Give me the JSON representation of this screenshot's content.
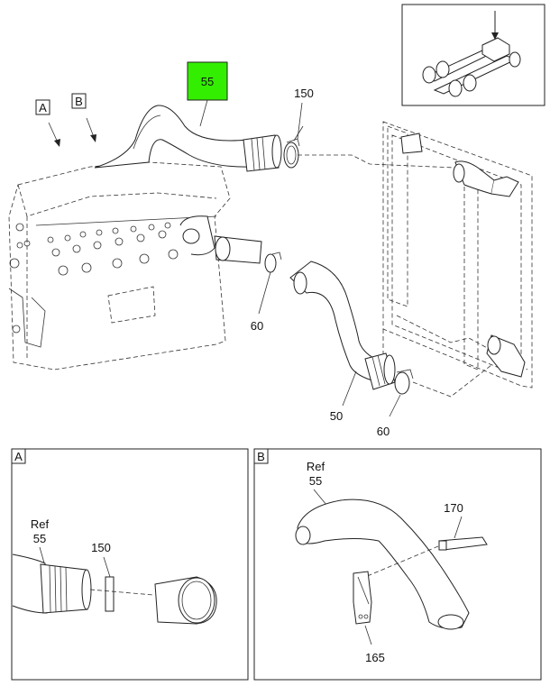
{
  "callouts": {
    "highlight": "55",
    "clamp_top": "150",
    "clamp_mid": "60",
    "hose_lower": "50",
    "clamp_lower": "60"
  },
  "view_markers": {
    "a": "A",
    "b": "B"
  },
  "detail_a": {
    "tag": "A",
    "ref": "Ref",
    "ref_num": "55",
    "clamp": "150"
  },
  "detail_b": {
    "tag": "B",
    "ref": "Ref",
    "ref_num": "55",
    "clip": "170",
    "bracket": "165"
  },
  "colors": {
    "highlight": "#33ee00",
    "line": "#222222"
  },
  "icons": [
    "chassis-locator-icon"
  ]
}
